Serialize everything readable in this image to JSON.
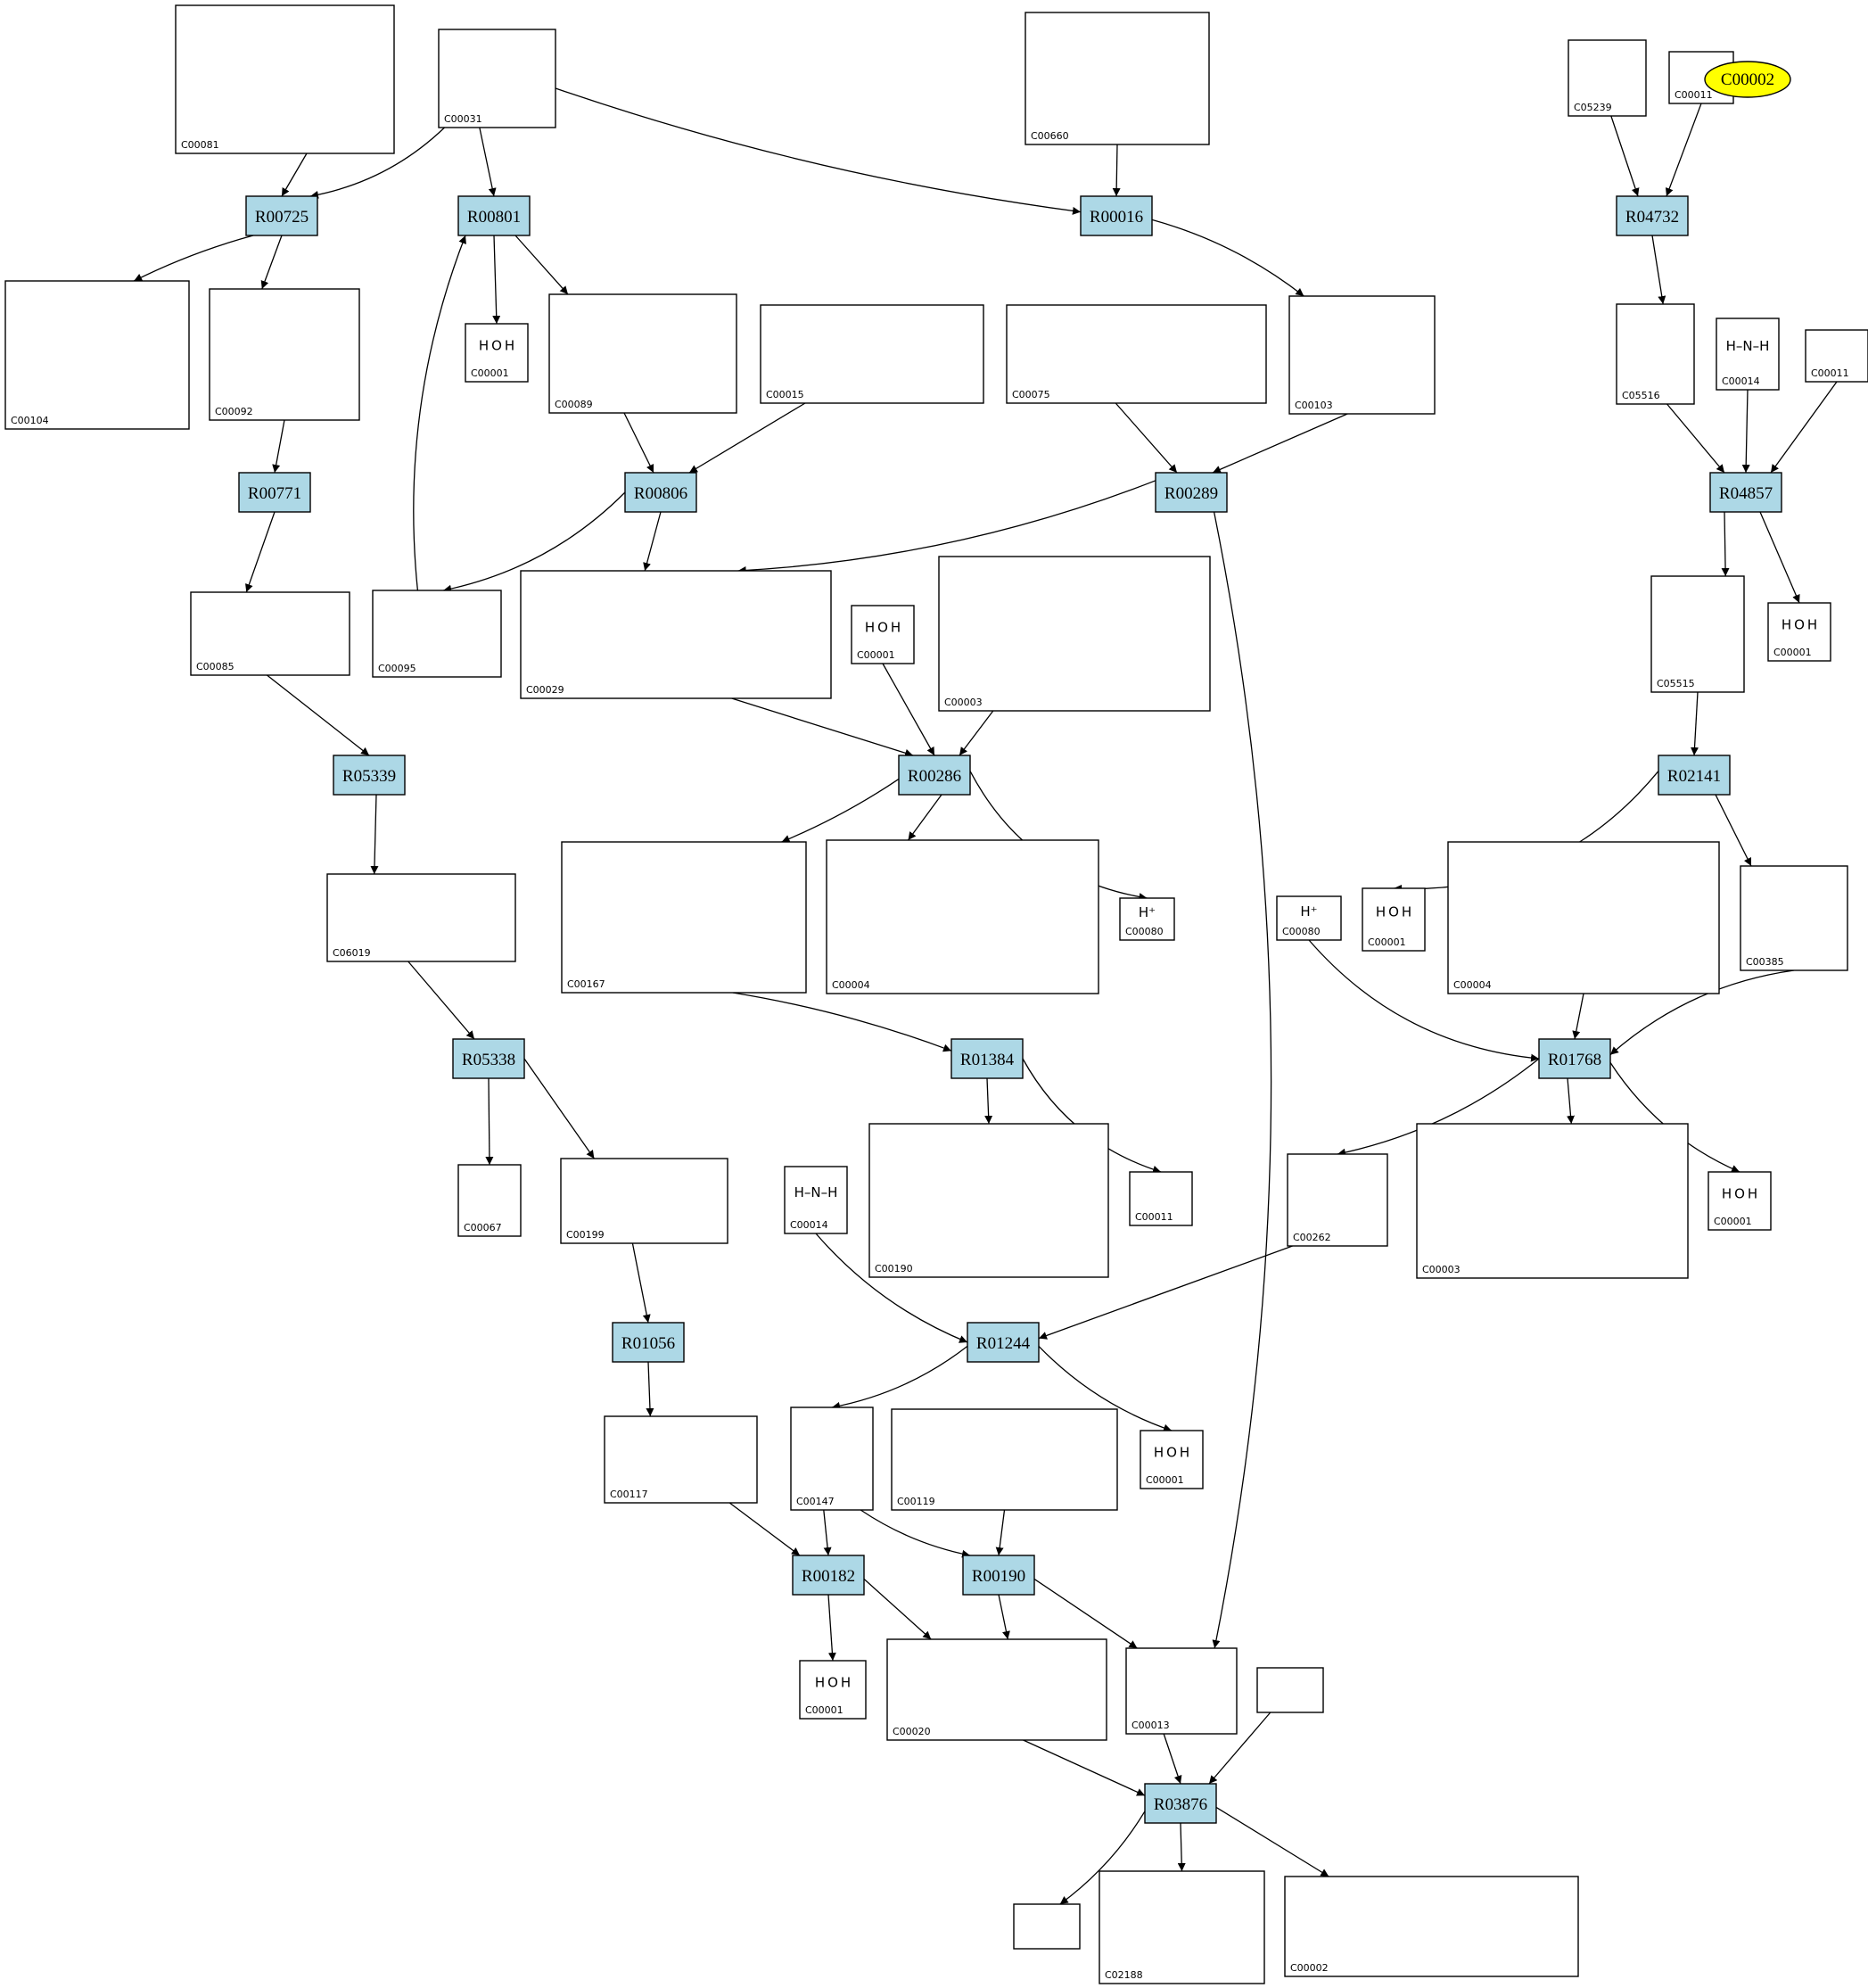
{
  "colors": {
    "reaction_fill": "#add8e6",
    "highlight_fill": "#ffff00",
    "edge": "#000000"
  },
  "highlight": {
    "label": "C00002"
  },
  "reactions": [
    {
      "key": "R00725",
      "label": "R00725"
    },
    {
      "key": "R00801",
      "label": "R00801"
    },
    {
      "key": "R00016",
      "label": "R00016"
    },
    {
      "key": "R04732",
      "label": "R04732"
    },
    {
      "key": "R00771",
      "label": "R00771"
    },
    {
      "key": "R00806",
      "label": "R00806"
    },
    {
      "key": "R00289",
      "label": "R00289"
    },
    {
      "key": "R04857",
      "label": "R04857"
    },
    {
      "key": "R05339",
      "label": "R05339"
    },
    {
      "key": "R00286",
      "label": "R00286"
    },
    {
      "key": "R02141",
      "label": "R02141"
    },
    {
      "key": "R05338",
      "label": "R05338"
    },
    {
      "key": "R01384",
      "label": "R01384"
    },
    {
      "key": "R01768",
      "label": "R01768"
    },
    {
      "key": "R01056",
      "label": "R01056"
    },
    {
      "key": "R01244",
      "label": "R01244"
    },
    {
      "key": "R00182",
      "label": "R00182"
    },
    {
      "key": "R00190",
      "label": "R00190"
    },
    {
      "key": "R03876",
      "label": "R03876"
    }
  ],
  "compounds": [
    {
      "key": "c00081",
      "label": "C00081",
      "formula": ""
    },
    {
      "key": "c00031",
      "label": "C00031",
      "formula": ""
    },
    {
      "key": "c00660",
      "label": "C00660",
      "formula": ""
    },
    {
      "key": "c05239",
      "label": "C05239",
      "formula": ""
    },
    {
      "key": "c00011a",
      "label": "C00011",
      "formula": ""
    },
    {
      "key": "c00104",
      "label": "C00104",
      "formula": ""
    },
    {
      "key": "c00092",
      "label": "C00092",
      "formula": ""
    },
    {
      "key": "c00001a",
      "label": "C00001",
      "formula": "H O H"
    },
    {
      "key": "c00089",
      "label": "C00089",
      "formula": ""
    },
    {
      "key": "c00015",
      "label": "C00015",
      "formula": ""
    },
    {
      "key": "c00075",
      "label": "C00075",
      "formula": ""
    },
    {
      "key": "c00103",
      "label": "C00103",
      "formula": ""
    },
    {
      "key": "c05516",
      "label": "C05516",
      "formula": ""
    },
    {
      "key": "c00014a",
      "label": "C00014",
      "formula": "H–N–H"
    },
    {
      "key": "c00011b",
      "label": "C00011",
      "formula": ""
    },
    {
      "key": "c00085",
      "label": "C00085",
      "formula": ""
    },
    {
      "key": "c00095",
      "label": "C00095",
      "formula": ""
    },
    {
      "key": "c00029",
      "label": "C00029",
      "formula": ""
    },
    {
      "key": "c00001b",
      "label": "C00001",
      "formula": "H O H"
    },
    {
      "key": "c00003a",
      "label": "C00003",
      "formula": ""
    },
    {
      "key": "c05515",
      "label": "C05515",
      "formula": ""
    },
    {
      "key": "c00001c",
      "label": "C00001",
      "formula": "H O H"
    },
    {
      "key": "c06019",
      "label": "C06019",
      "formula": ""
    },
    {
      "key": "c00167",
      "label": "C00167",
      "formula": ""
    },
    {
      "key": "c00004a",
      "label": "C00004",
      "formula": ""
    },
    {
      "key": "c00080a",
      "label": "C00080",
      "formula": "H⁺"
    },
    {
      "key": "c00001d",
      "label": "C00001",
      "formula": "H O H"
    },
    {
      "key": "c00080b",
      "label": "C00080",
      "formula": "H⁺"
    },
    {
      "key": "c00004b",
      "label": "C00004",
      "formula": ""
    },
    {
      "key": "c00385",
      "label": "C00385",
      "formula": ""
    },
    {
      "key": "c00067",
      "label": "C00067",
      "formula": ""
    },
    {
      "key": "c00199",
      "label": "C00199",
      "formula": ""
    },
    {
      "key": "c00014b",
      "label": "C00014",
      "formula": "H–N–H"
    },
    {
      "key": "c00190",
      "label": "C00190",
      "formula": ""
    },
    {
      "key": "c00011c",
      "label": "C00011",
      "formula": ""
    },
    {
      "key": "c00262",
      "label": "C00262",
      "formula": ""
    },
    {
      "key": "c00003b",
      "label": "C00003",
      "formula": ""
    },
    {
      "key": "c00001e",
      "label": "C00001",
      "formula": "H O H"
    },
    {
      "key": "c00117",
      "label": "C00117",
      "formula": ""
    },
    {
      "key": "c00147",
      "label": "C00147",
      "formula": ""
    },
    {
      "key": "c00119",
      "label": "C00119",
      "formula": ""
    },
    {
      "key": "c00001f",
      "label": "C00001",
      "formula": "H O H"
    },
    {
      "key": "c00001g",
      "label": "C00001",
      "formula": "H O H"
    },
    {
      "key": "c00020",
      "label": "C00020",
      "formula": ""
    },
    {
      "key": "c00013",
      "label": "C00013",
      "formula": ""
    },
    {
      "key": "blank1",
      "label": "",
      "formula": ""
    },
    {
      "key": "blank2",
      "label": "",
      "formula": ""
    },
    {
      "key": "c02188",
      "label": "C02188",
      "formula": ""
    },
    {
      "key": "c00002",
      "label": "C00002",
      "formula": ""
    }
  ]
}
